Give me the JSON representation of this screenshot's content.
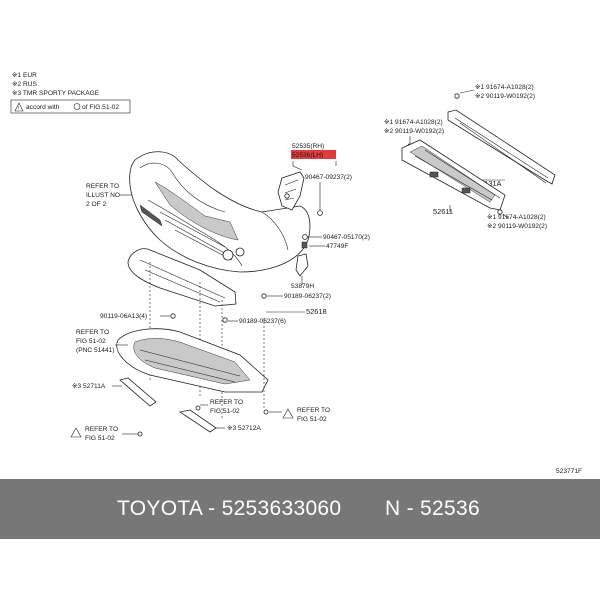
{
  "notes": {
    "n1": "※1 EUR",
    "n2": "※2 RUS",
    "n3": "※3 TMR SPORTY PACKAGE",
    "accord_prefix": "accord with",
    "accord_suffix": "of FIG.51-02"
  },
  "labels": {
    "p52535": "52535(RH)",
    "p52536": "52536(LH)",
    "p90467_09237": "90467-09237(2)",
    "p90467_05170": "90467-05170(2)",
    "p47749f": "47749F",
    "p53879h": "53879H",
    "p90189_06237_2": "90189-06237(2)",
    "p52618": "52618",
    "p90189_06237_6": "90189-06237(6)",
    "p90119_06a13": "90119-06A13(4)",
    "refer_illust_1": "REFER TO",
    "refer_illust_2": "ILLUST NO",
    "refer_illust_3": "2 OF 2",
    "refer_fig1": "REFER TO",
    "refer_fig2": "FIG 51-02",
    "refer_fig3": "(PNC 51441)",
    "p52711a": "※3 52711A",
    "refer_mid_1": "REFER TO",
    "refer_mid_2": "FIG 51-02",
    "p52712a": "※3 52712A",
    "refer_left_1": "REFER TO",
    "refer_left_2": "FIG 51-02",
    "refer_right_1": "REFER TO",
    "refer_right_2": "FIG 51-02",
    "p91674_a1028_top": "※1 91674-A1028(2)",
    "p90119_w0192_top": "※2 90119-W0192(2)",
    "p91674_a1028_l": "※1 91674-A1028(2)",
    "p90119_w0192_l": "※2 90119-W0192(2)",
    "p52131a": "52131A",
    "p52611": "52611",
    "p91674_a1028_b": "※1 91674-A1028(2)",
    "p90119_w0192_b": "※2 90119-W0192(2)",
    "fig_code": "523771F"
  },
  "highlight_color": "#e23b3b",
  "footer": {
    "left": "TOYOTA - 5253633060",
    "right": "N - 52536",
    "bar_color": "#777777"
  }
}
